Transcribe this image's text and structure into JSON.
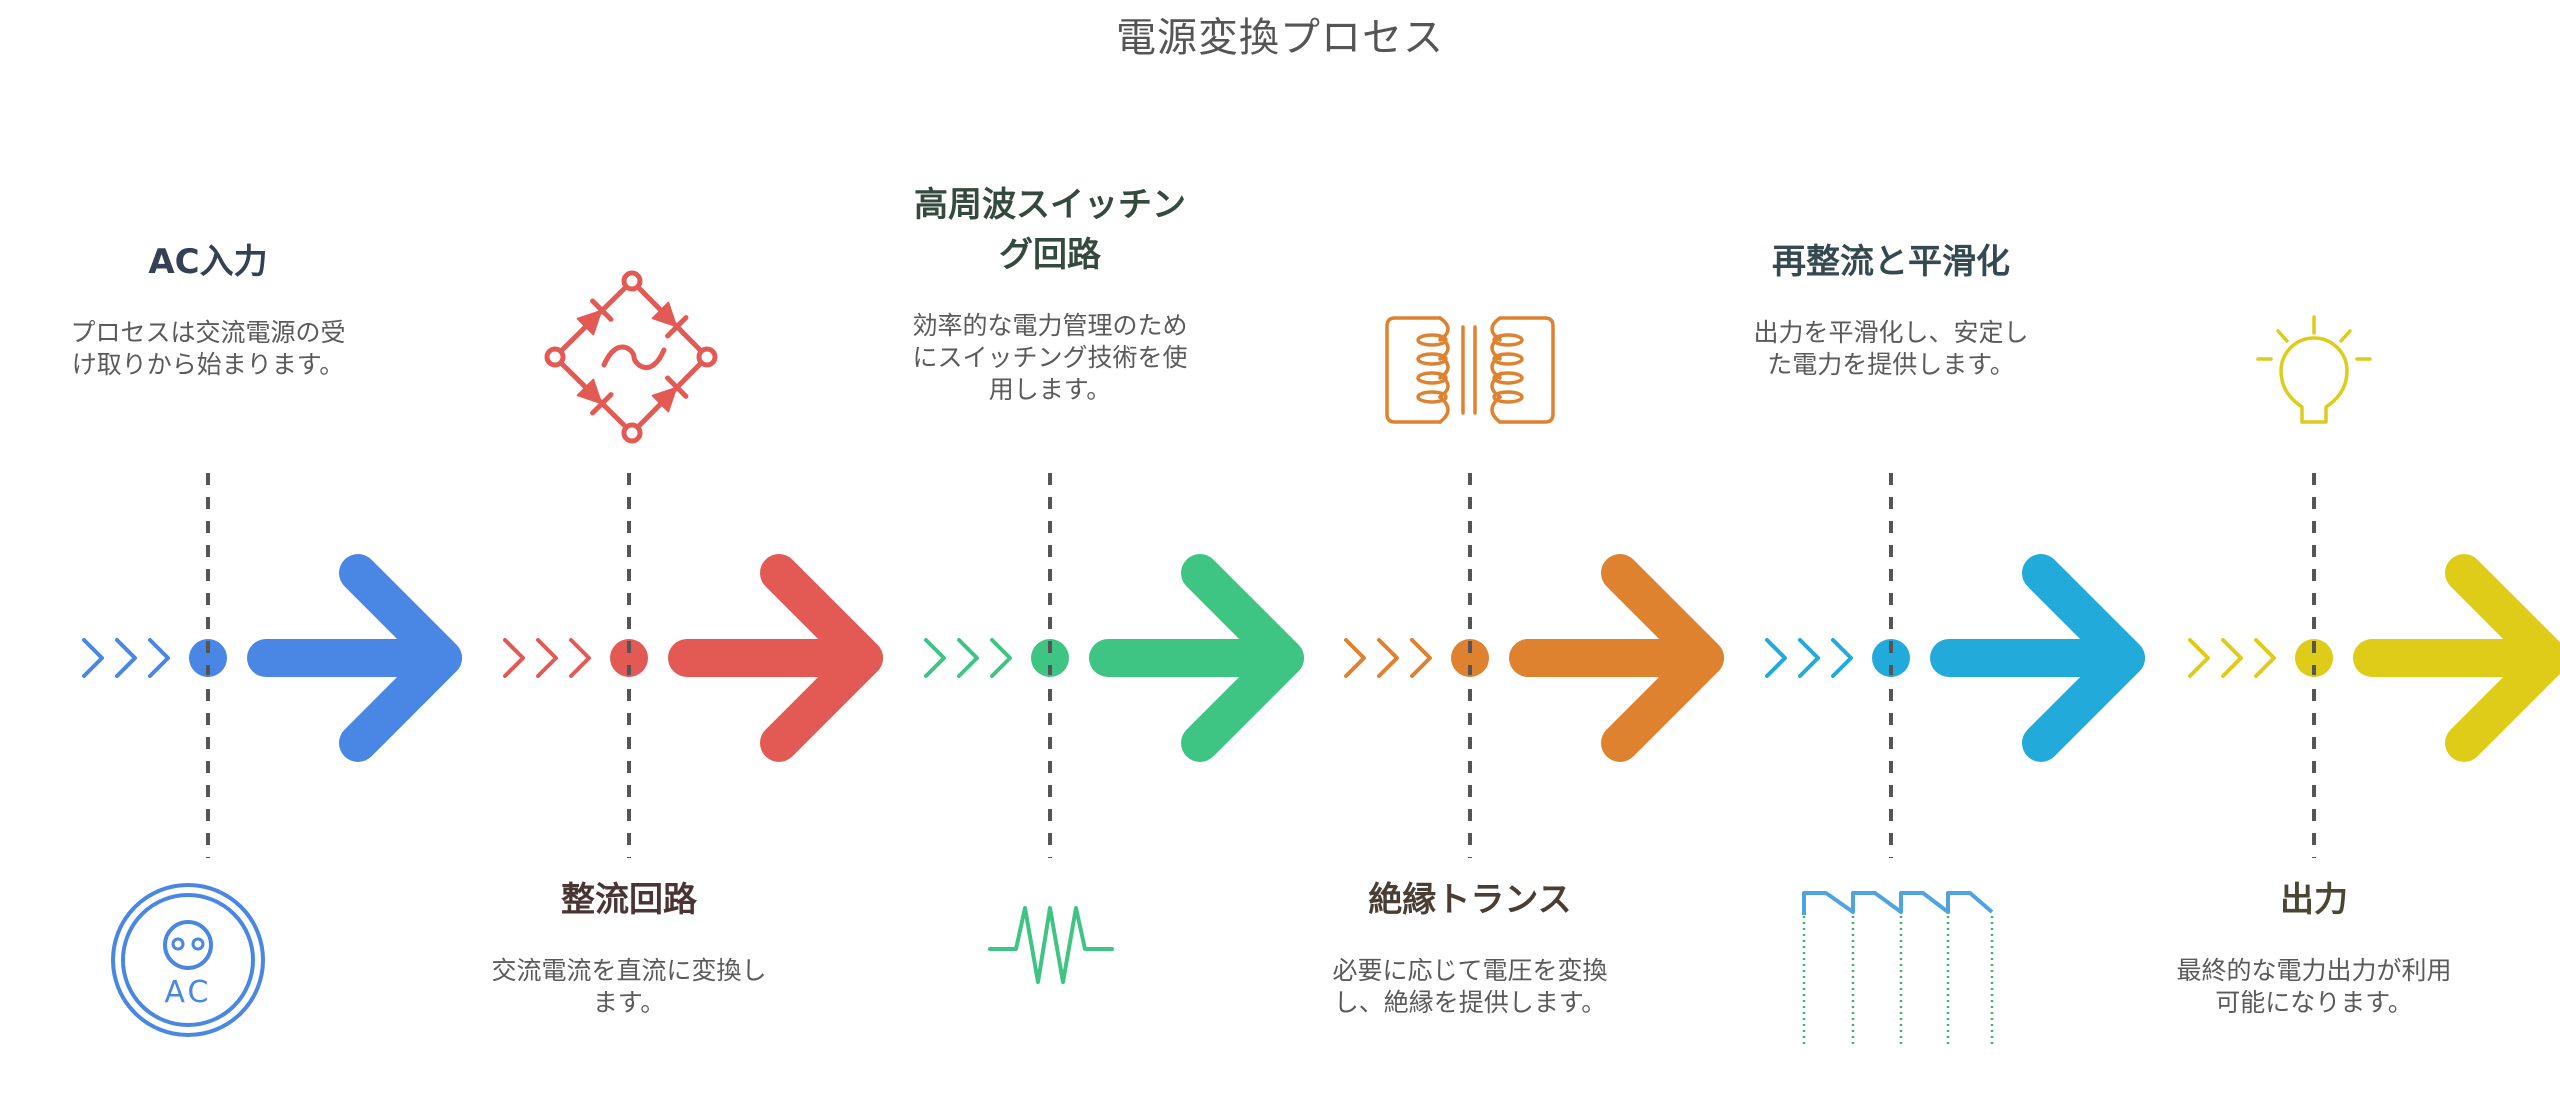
{
  "title": "電源変換プロセス",
  "steps": [
    {
      "heading": "AC入力",
      "description": "プロセスは交流電源の受け取りから始まります。",
      "color": "#4A86E4",
      "heading_color": "#344054",
      "icon": "ac-outlet-icon",
      "icon_label": "AC",
      "text_position": "top"
    },
    {
      "heading": "整流回路",
      "description": "交流電流を直流に変換します。",
      "color": "#E35A55",
      "heading_color": "#4A3434",
      "icon": "bridge-rectifier-icon",
      "text_position": "bottom"
    },
    {
      "heading": "高周波スイッチング回路",
      "description": "効率的な電力管理のためにスイッチング技術を使用します。",
      "color": "#3FC583",
      "heading_color": "#344A3E",
      "icon": "resistor-zigzag-icon",
      "text_position": "top"
    },
    {
      "heading": "絶縁トランス",
      "description": "必要に応じて電圧を変換し、絶縁を提供します。",
      "color": "#DF8230",
      "heading_color": "#4A3E34",
      "icon": "transformer-icon",
      "text_position": "bottom"
    },
    {
      "heading": "再整流と平滑化",
      "description": "出力を平滑化し、安定した電力を提供します。",
      "color": "#22AADA",
      "heading_color": "#344A50",
      "icon": "ripple-waveform-icon",
      "text_position": "top"
    },
    {
      "heading": "出力",
      "description": "最終的な電力出力が利用可能になります。",
      "color": "#DFCC18",
      "heading_color": "#4A4634",
      "icon": "light-bulb-icon",
      "text_position": "bottom"
    }
  ]
}
